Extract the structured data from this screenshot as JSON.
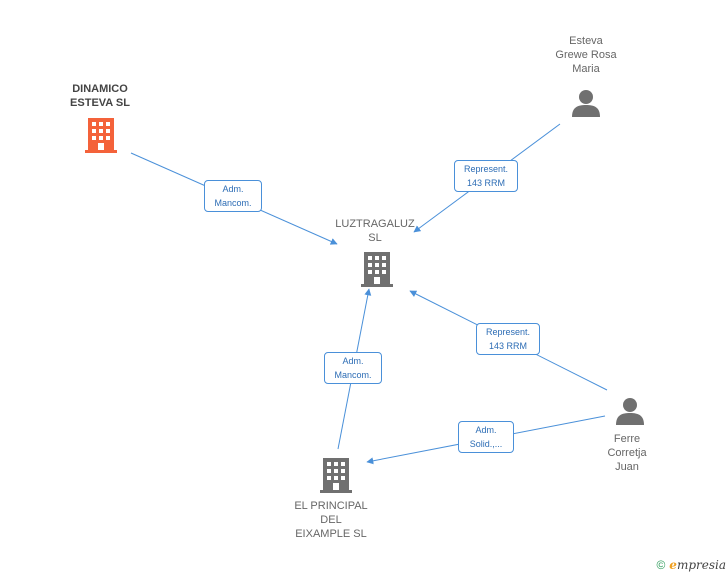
{
  "colors": {
    "edge": "#4a90d9",
    "company_highlight": "#f4623a",
    "company": "#707070",
    "person": "#707070"
  },
  "nodes": {
    "dinamico": {
      "label_lines": [
        "DINAMICO",
        "ESTEVA SL"
      ],
      "icon": "building-icon"
    },
    "luztragaluz": {
      "label_lines": [
        "LUZTRAGALUZ",
        "SL"
      ],
      "icon": "building-icon"
    },
    "el_principal": {
      "label_lines": [
        "EL PRINCIPAL",
        "DEL",
        "EIXAMPLE  SL"
      ],
      "icon": "building-icon"
    },
    "esteva": {
      "label_lines": [
        "Esteva",
        "Grewe Rosa",
        "Maria"
      ],
      "icon": "person-icon"
    },
    "ferre": {
      "label_lines": [
        "Ferre",
        "Corretja",
        "Juan"
      ],
      "icon": "person-icon"
    }
  },
  "edges": {
    "e1": {
      "lines": [
        "Adm.",
        "Mancom."
      ]
    },
    "e2": {
      "lines": [
        "Represent.",
        "143 RRM"
      ]
    },
    "e3": {
      "lines": [
        "Represent.",
        "143 RRM"
      ]
    },
    "e4": {
      "lines": [
        "Adm.",
        "Mancom."
      ]
    },
    "e5": {
      "lines": [
        "Adm.",
        "Solid.,..."
      ]
    }
  },
  "footer": {
    "copyright": "©",
    "brand_first": "e",
    "brand_rest": "mpresia"
  }
}
